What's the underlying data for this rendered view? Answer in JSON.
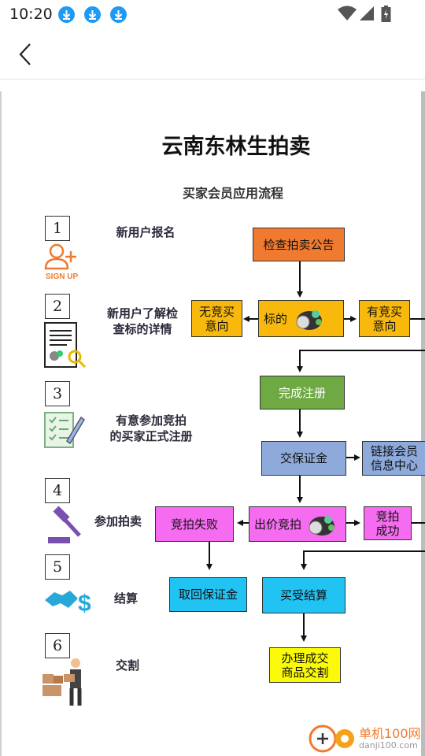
{
  "status_bar": {
    "time": "10:20",
    "download_icons": [
      "download-icon",
      "download-icon",
      "download-icon"
    ],
    "accent": "#1e9af4"
  },
  "app_bar": {
    "back_icon": "chevron-left-icon"
  },
  "document": {
    "title": "云南东林生拍卖",
    "subtitle": "买家会员应用流程",
    "steps": [
      {
        "num": "1",
        "label": "新用户报名",
        "icon": "sign-up-icon",
        "icon_text": "SIGN UP"
      },
      {
        "num": "2",
        "label": "新用户了解检\n查标的详情",
        "icon": "document-search-icon"
      },
      {
        "num": "3",
        "label": "有意参加竞拍\n的买家正式注册",
        "icon": "form-pen-icon"
      },
      {
        "num": "4",
        "label": "参加拍卖",
        "icon": "auction-gavel-icon"
      },
      {
        "num": "5",
        "label": "结算",
        "icon": "handshake-dollar-icon"
      },
      {
        "num": "6",
        "label": "交割",
        "icon": "delivery-person-icon"
      }
    ],
    "flow": {
      "check_notice": "检查拍卖公告",
      "no_intent": "无竞买\n意向",
      "target": "标的",
      "has_intent": "有竞买\n意向",
      "complete_register": "完成注册",
      "pay_deposit": "交保证金",
      "member_link": "链接会员\n信息中心",
      "bid_fail": "竞拍失败",
      "bid": "出价竞拍",
      "bid_success": "竞拍\n成功",
      "refund_deposit": "取回保证金",
      "buy_settle": "买受结算",
      "handover": "办理成交\n商品交割"
    },
    "colors": {
      "orange": "#f07a2f",
      "gold": "#f9b90c",
      "green": "#6ea944",
      "blue": "#8eaadb",
      "magenta": "#f56cf0",
      "cyan": "#21c3f3",
      "yellow": "#fbfb07"
    }
  },
  "watermark": {
    "line1": "单机100网",
    "line2": "danji100.com"
  }
}
